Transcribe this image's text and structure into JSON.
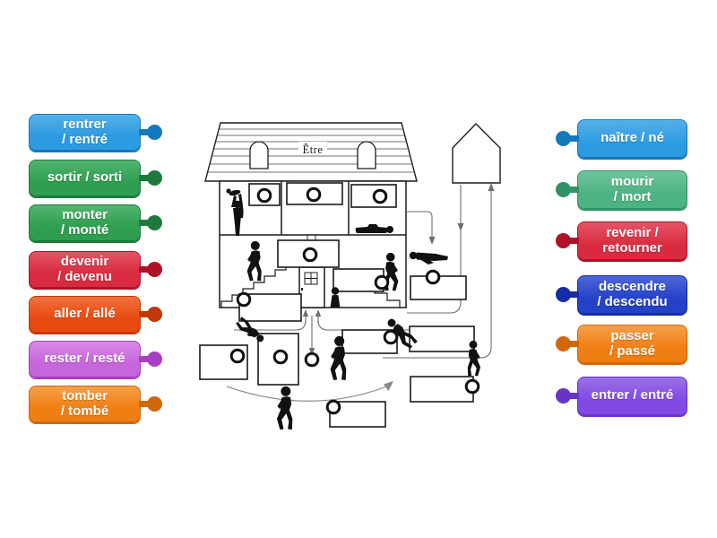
{
  "diagram": {
    "house_label": "Être",
    "figures": [
      "person-lifting-baby-icon",
      "person-lying-dead-icon",
      "person-climbing-stairs-icon",
      "person-descending-stairs-icon",
      "person-standing-at-door-icon",
      "person-falling-icon",
      "person-walking-to-door-icon",
      "person-bending-icon",
      "person-passing-by-icon",
      "person-walking-away-icon",
      "person-returning-flying-icon"
    ]
  },
  "left_labels": [
    {
      "text": "rentrer\n/ rentré",
      "base": "#2D9BE0",
      "light": "#55B0EA",
      "dark": "#1579BE"
    },
    {
      "text": "sortir / sorti",
      "base": "#2F9E50",
      "light": "#52B56F",
      "dark": "#1E7A3A"
    },
    {
      "text": "monter\n/ monté",
      "base": "#2F9E50",
      "light": "#52B56F",
      "dark": "#1E7A3A"
    },
    {
      "text": "devenir\n/ devenu",
      "base": "#D92B3F",
      "light": "#E45565",
      "dark": "#AF1226"
    },
    {
      "text": "aller / allé",
      "base": "#E84A10",
      "light": "#F0703D",
      "dark": "#C23806"
    },
    {
      "text": "rester / resté",
      "base": "#C765DB",
      "light": "#D78BE6",
      "dark": "#A83FC2"
    },
    {
      "text": "tomber\n/ tombé",
      "base": "#F07F13",
      "light": "#F59F49",
      "dark": "#D0680A"
    }
  ],
  "right_labels": [
    {
      "text": "naître / né",
      "base": "#2D9BE0",
      "light": "#55B0EA",
      "dark": "#1579BE"
    },
    {
      "text": "mourir\n/ mort",
      "base": "#4DB383",
      "light": "#71C49D",
      "dark": "#2F9465"
    },
    {
      "text": "revenir /\nretourner",
      "base": "#D92B3F",
      "light": "#E45565",
      "dark": "#AF1226"
    },
    {
      "text": "descendre\n/ descendu",
      "base": "#2442C8",
      "light": "#4E66D8",
      "dark": "#152CA4"
    },
    {
      "text": "passer\n/ passé",
      "base": "#F07F13",
      "light": "#F59F49",
      "dark": "#D0680A"
    },
    {
      "text": "entrer / entré",
      "base": "#8149E1",
      "light": "#9C71EA",
      "dark": "#6833C6"
    }
  ]
}
